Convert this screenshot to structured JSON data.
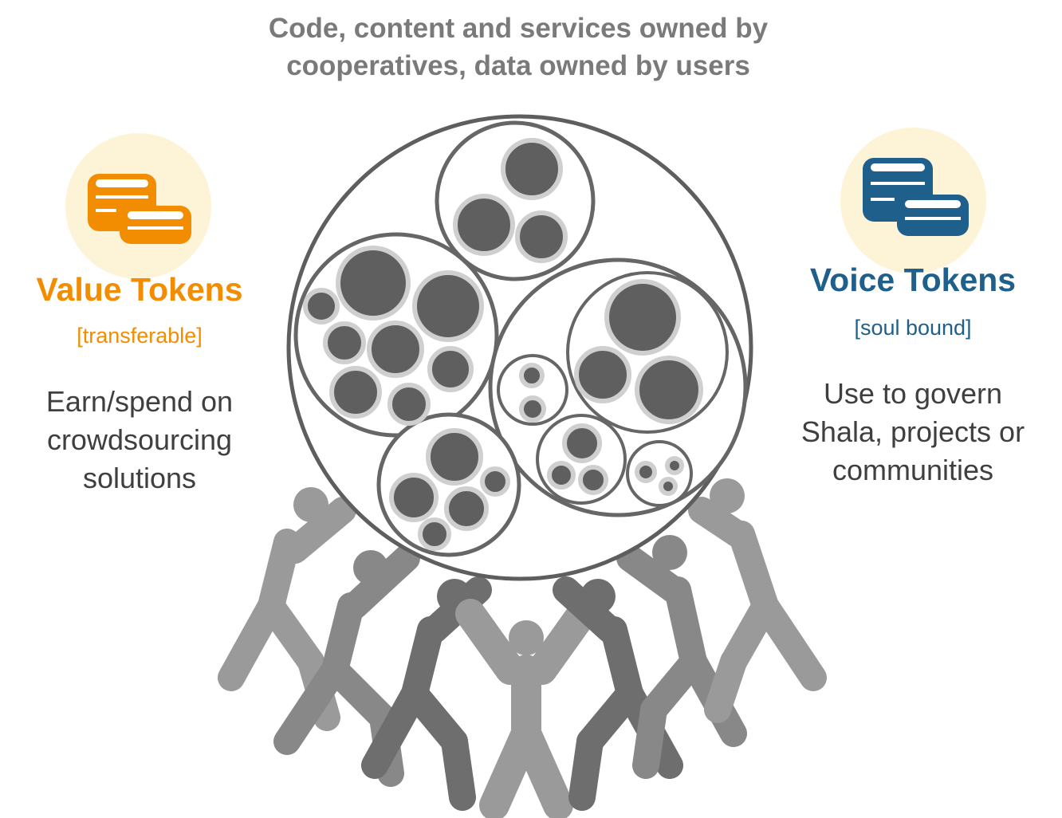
{
  "header": {
    "title_line1": "Code, content and services owned by",
    "title_line2": "cooperatives, data owned by users"
  },
  "value_tokens": {
    "title": "Value Tokens",
    "subtitle": "[transferable]",
    "desc_line1": "Earn/spend on",
    "desc_line2": "crowdsourcing",
    "desc_line3": "solutions",
    "icon": "coins-icon",
    "accent_color": "#f28c00",
    "bg_color": "#fdf3d6"
  },
  "voice_tokens": {
    "title": "Voice Tokens",
    "subtitle": "[soul bound]",
    "desc_line1": "Use to govern",
    "desc_line2": "Shala, projects or",
    "desc_line3": "communities",
    "icon": "coins-icon",
    "accent_color": "#1f5f8b",
    "bg_color": "#fdf3d6"
  },
  "diagram": {
    "central_circle": "nested-cooperatives-circle",
    "figures": "people-lifting-figures",
    "circle_color": "#5e5e5e",
    "figure_color": "#8a8a8a"
  }
}
